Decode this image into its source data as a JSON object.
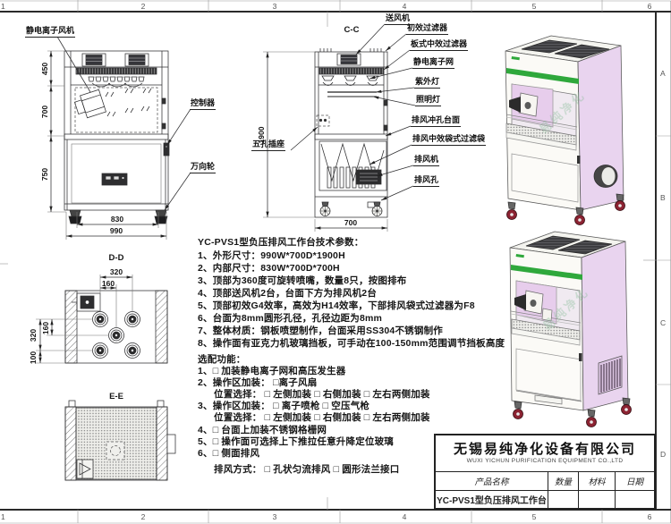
{
  "frame": {
    "top_zones": [
      "1",
      "2",
      "3",
      "4",
      "5",
      "6"
    ],
    "bottom_zones": [
      "1",
      "2",
      "3",
      "4",
      "5",
      "6"
    ],
    "side_zones": [
      "A",
      "B",
      "C",
      "D"
    ]
  },
  "views": {
    "front": {
      "labels": {
        "fan": "静电离子风机",
        "controller": "控制器",
        "caster": "万向轮"
      },
      "dims": {
        "h_top": "450",
        "h_mid": "700",
        "h_bottom": "750",
        "w_inner": "830",
        "w_outer": "990"
      }
    },
    "section_cc": {
      "title": "C-C",
      "dims": {
        "height": "1900",
        "width": "700"
      },
      "socket_label": "五孔插座",
      "right_labels": [
        "送风机",
        "初效过滤器",
        "板式中效过滤器",
        "静电离子网",
        "紫外灯",
        "照明灯",
        "排风冲孔台面",
        "排风中效袋式过滤袋",
        "排风机",
        "排风孔"
      ]
    },
    "section_dd": {
      "title": "D-D",
      "dims": {
        "top_320": "320",
        "top_160": "160",
        "left_320": "320",
        "left_160": "160",
        "left_100": "100"
      }
    },
    "section_ee": {
      "title": "E-E"
    }
  },
  "specs": {
    "title": "YC-PVS1型负压排风工作台技术参数：",
    "items": [
      "1、外形尺寸：990W*700D*1900H",
      "2、内部尺寸：830W*700D*700H",
      "3、顶部为360度可旋转喷嘴，数量8只，按图排布",
      "4、顶部送风机2台，台面下方为排风机2台",
      "5、顶部初效G4效率，高效为H14效率，下部排风袋式过滤器为F8",
      "6、台面为8mm圆形孔径，孔径边距为8mm",
      "7、整体材质：钢板喷塑制作，台面采用SS304不锈钢制作",
      "8、操作面有亚克力机玻璃挡板，可手动在100-150mm范围调节挡板高度"
    ],
    "options_title": "选配功能：",
    "options": [
      "1、□ 加装静电离子网和高压发生器",
      "2、操作区加装： □离子风扇",
      "位置选择： □ 左侧加装  □ 右侧加装  □ 左右两侧加装",
      "3、操作区加装： □ 离子喷枪  □ 空压气枪",
      "位置选择： □ 左侧加装  □ 右侧加装  □ 左右两侧加装",
      "4、□ 台面上加装不锈钢格栅网",
      "5、□ 操作面可选择上下推拉任意升降定位玻璃",
      "6、□ 侧面排风",
      "排风方式： □ 孔状匀流排风  □ 圆形法兰接口"
    ]
  },
  "title_block": {
    "company_cn": "无锡易纯净化设备有限公司",
    "company_en": "WUXI YICHUN PURIFICATION EQUIPMENT CO.,LTD",
    "col_product": "产品名称",
    "col_qty": "数量",
    "col_material": "材料",
    "col_date": "日期",
    "product_name": "YC-PVS1型负压排风工作台"
  },
  "watermark": "易纯净化",
  "colors": {
    "panel_pink": "#e9d4ef",
    "interior_pink": "#e7cdec",
    "stripe_green": "#2fa83c",
    "wheel_red": "#8c2332"
  }
}
